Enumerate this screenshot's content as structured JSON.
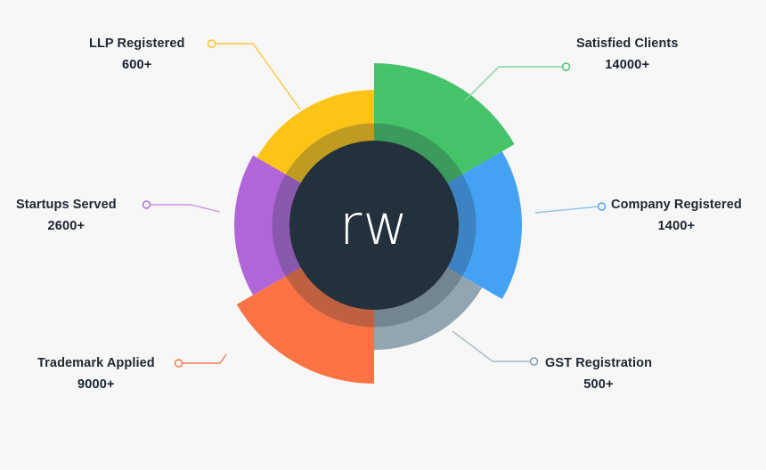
{
  "background_color": "#f7f7f7",
  "brand": {
    "logo_text": "rw",
    "center_circle_color": "#23313c",
    "center_ring_color": "rgba(35,49,60,0.28)"
  },
  "chart_data": {
    "type": "pie",
    "title": "",
    "subtitle": "",
    "xlabel": "",
    "ylabel": "",
    "legend_position": "around-chart",
    "grid": false,
    "variant": "radial-nightingale",
    "note": "Six equal 60-degree segments; radius encodes the value",
    "categories": [
      "Satisfied Clients",
      "Company Registered",
      "GST Registration",
      "Trademark Applied",
      "Startups Served",
      "LLP Registered"
    ],
    "values": [
      14000,
      1400,
      500,
      9000,
      2600,
      600
    ],
    "value_labels": [
      "14000+",
      "1400+",
      "500+",
      "9000+",
      "2600+",
      "600+"
    ],
    "colors": [
      "#45c368",
      "#44a2f5",
      "#92a5b0",
      "#fb7245",
      "#b066d8",
      "#fcc417"
    ],
    "segments": [
      {
        "id": "satisfied-clients",
        "label": "Satisfied Clients",
        "value": "14000+",
        "value_number": 14000,
        "color": "#45c368",
        "start_angle_deg": 0,
        "end_angle_deg": 60,
        "radius_px": 182
      },
      {
        "id": "company-registered",
        "label": "Company Registered",
        "value": "1400+",
        "value_number": 1400,
        "color": "#44a2f5",
        "start_angle_deg": 60,
        "end_angle_deg": 120,
        "radius_px": 166
      },
      {
        "id": "gst-registration",
        "label": "GST Registration",
        "value": "500+",
        "value_number": 500,
        "color": "#92a5b0",
        "start_angle_deg": 120,
        "end_angle_deg": 180,
        "radius_px": 140
      },
      {
        "id": "trademark-applied",
        "label": "Trademark Applied",
        "value": "9000+",
        "value_number": 9000,
        "color": "#fb7245",
        "start_angle_deg": 180,
        "end_angle_deg": 240,
        "radius_px": 178
      },
      {
        "id": "startups-served",
        "label": "Startups Served",
        "value": "2600+",
        "value_number": 2600,
        "color": "#b066d8",
        "start_angle_deg": 240,
        "end_angle_deg": 300,
        "radius_px": 157
      },
      {
        "id": "llp-registered",
        "label": "LLP Registered",
        "value": "600+",
        "value_number": 600,
        "color": "#fcc417",
        "start_angle_deg": 300,
        "end_angle_deg": 360,
        "radius_px": 152
      }
    ]
  },
  "stats": {
    "llp_registered": {
      "title": "LLP Registered",
      "value": "600+",
      "color": "#fcc417"
    },
    "startups_served": {
      "title": "Startups Served",
      "value": "2600+",
      "color": "#b066d8"
    },
    "trademark_applied": {
      "title": "Trademark Applied",
      "value": "9000+",
      "color": "#fb7245"
    },
    "satisfied_clients": {
      "title": "Satisfied Clients",
      "value": "14000+",
      "color": "#45c368"
    },
    "company_registered": {
      "title": "Company Registered",
      "value": "1400+",
      "color": "#44a2f5"
    },
    "gst_registration": {
      "title": "GST Registration",
      "value": "500+",
      "color": "#92a5b0"
    }
  }
}
